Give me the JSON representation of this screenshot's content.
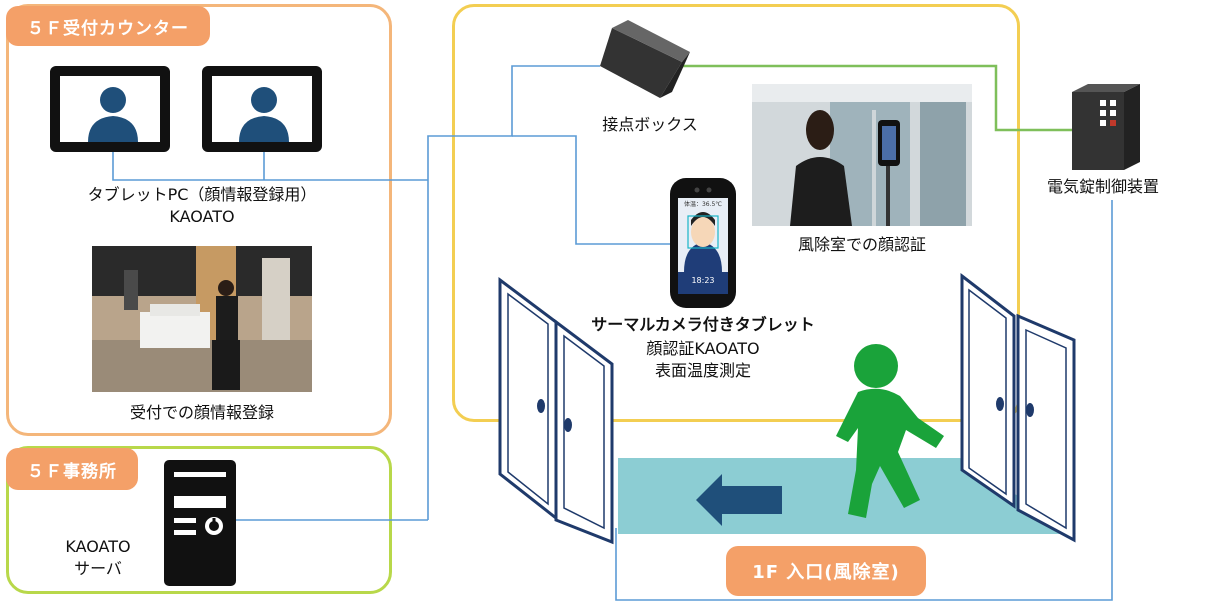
{
  "colors": {
    "zone_5f_reception": "#f4b67a",
    "zone_5f_office": "#b8d84a",
    "zone_1f": "#f3ce52",
    "tag_fill": "#f4a068",
    "connector_blue": "#5b9bd5",
    "connector_green": "#7fbf5a",
    "walkway": "#8ccdd3",
    "arrow": "#1f4f7a",
    "person": "#1aa33a",
    "door_frame": "#1f3a6b"
  },
  "reception": {
    "tag": "５Ｆ受付カウンター",
    "tablet_label_1": "タブレットPC（顔情報登録用）",
    "tablet_label_2": "KAOATO",
    "photo_caption": "受付での顔情報登録"
  },
  "office": {
    "tag": "５Ｆ事務所",
    "server_label_1": "KAOATO",
    "server_label_2": "サーバ"
  },
  "entrance": {
    "contact_box_label": "接点ボックス",
    "photo_caption": "風除室での顔認証",
    "lock_label": "電気錠制御装置",
    "tablet_title": "サーマルカメラ付きタブレット",
    "tablet_line_2": "顔認証KAOATO",
    "tablet_line_3": "表面温度測定",
    "tablet_screen_temp": "体温：36.5℃",
    "tablet_screen_time": "18:23",
    "tag": "1F 入口(風除室)"
  }
}
